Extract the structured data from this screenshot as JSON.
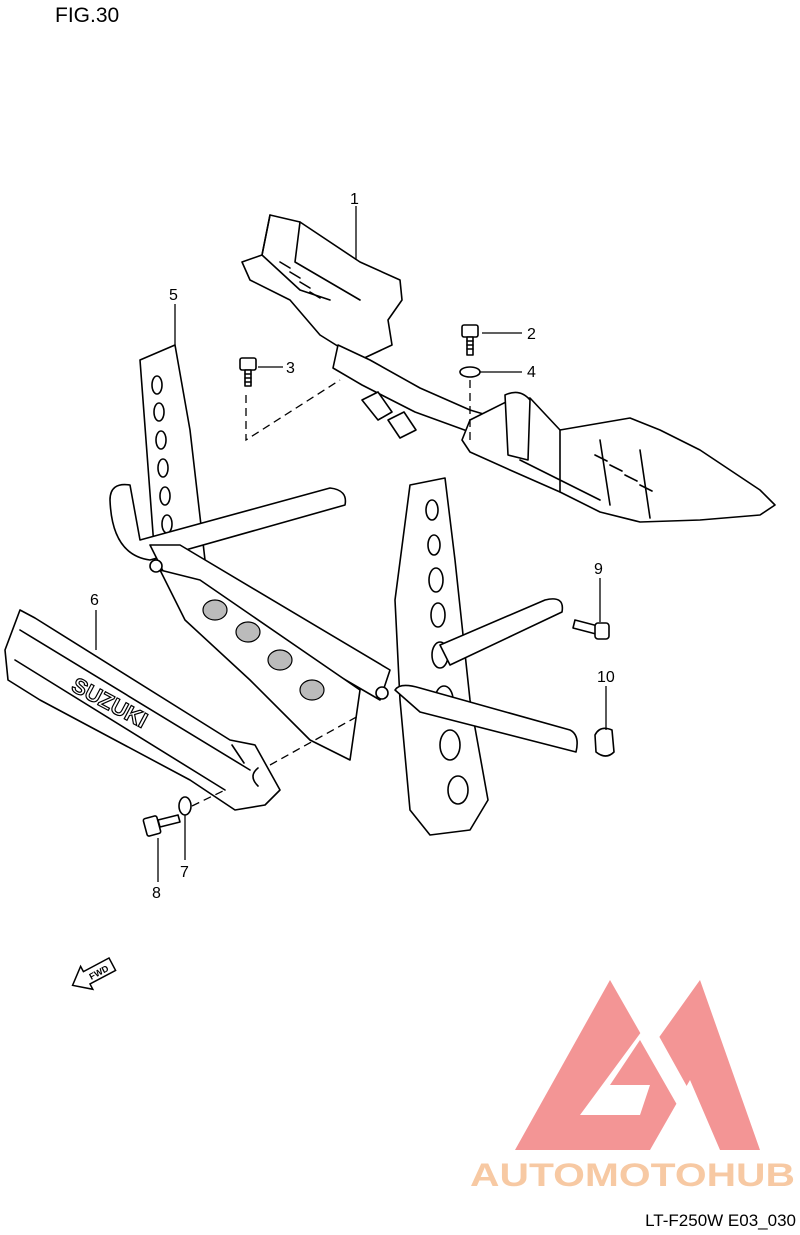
{
  "figure": {
    "title": "FIG.30",
    "code": "LT-F250W E03_030"
  },
  "callouts": [
    {
      "id": "c1",
      "label": "1"
    },
    {
      "id": "c2",
      "label": "2"
    },
    {
      "id": "c3",
      "label": "3"
    },
    {
      "id": "c4",
      "label": "4"
    },
    {
      "id": "c5",
      "label": "5"
    },
    {
      "id": "c6",
      "label": "6"
    },
    {
      "id": "c7",
      "label": "7"
    },
    {
      "id": "c8",
      "label": "8"
    },
    {
      "id": "c9",
      "label": "9"
    },
    {
      "id": "c10",
      "label": "10"
    }
  ],
  "emblem_text": "SUZUKI",
  "fwd_arrow_text": "FWD",
  "watermark": {
    "text": "AUTOMOTOHUB",
    "colors": {
      "red": "#f28a8a",
      "orange": "#f7c49a",
      "grey": "#8a8a8a"
    }
  }
}
